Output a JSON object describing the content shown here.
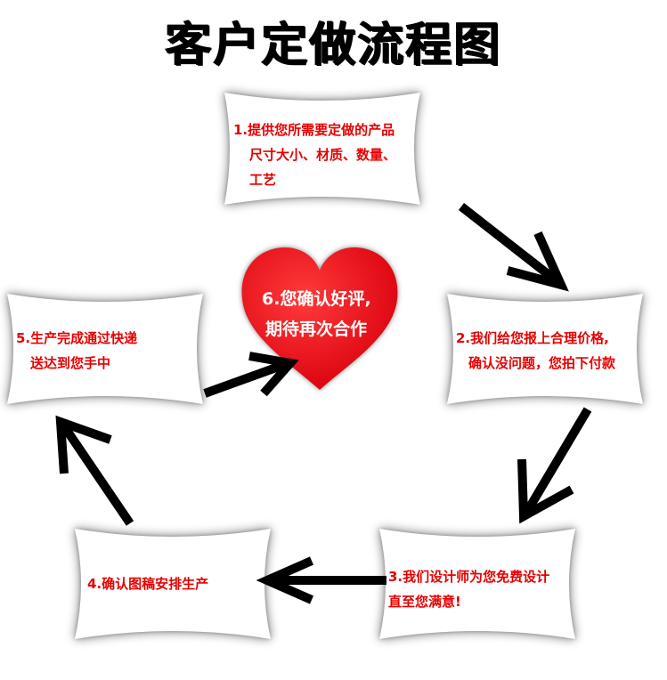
{
  "title": "客户定做流程图",
  "colors": {
    "step_text": "#e60000",
    "heart_fill": "#e8121a",
    "heart_text": "#ffffff",
    "arrow": "#000000",
    "card_fill": "#ffffff"
  },
  "steps": [
    {
      "lines": [
        "1.提供您所需要定做的产品",
        "尺寸大小、材质、数量、",
        "工艺"
      ]
    },
    {
      "lines": [
        "2.我们给您报上合理价格,",
        "确认没问题，您拍下付款"
      ]
    },
    {
      "lines": [
        "3.我们设计师为您免费设计",
        "直至您满意!"
      ]
    },
    {
      "lines": [
        "4.确认图稿安排生产"
      ]
    },
    {
      "lines": [
        "5.生产完成通过快递",
        "送达到您手中"
      ]
    }
  ],
  "center": {
    "lines": [
      "6.您确认好评,",
      "期待再次合作"
    ]
  }
}
